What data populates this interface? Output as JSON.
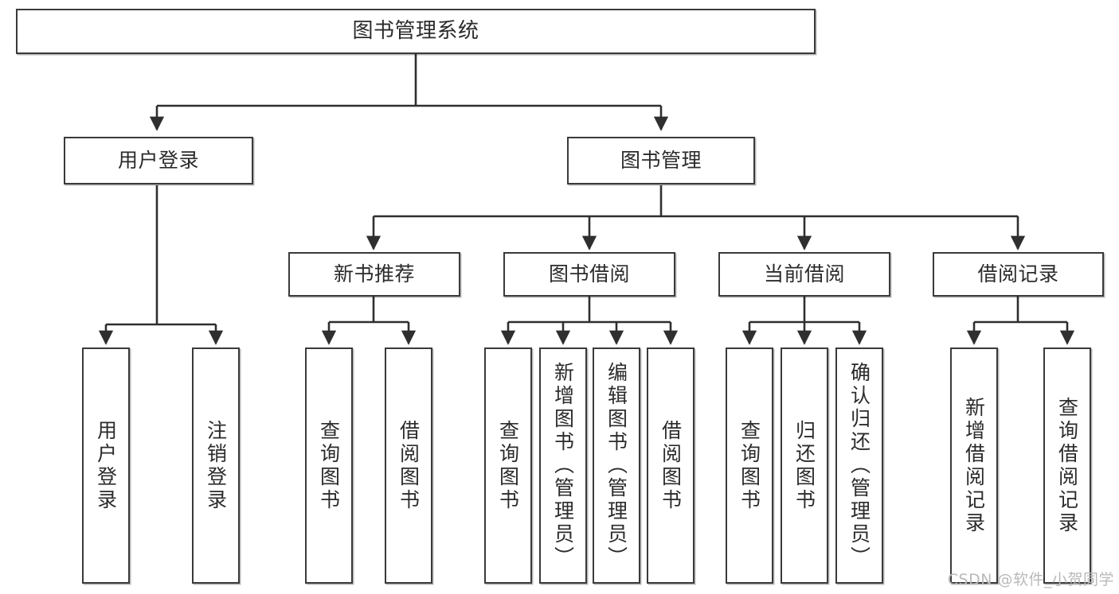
{
  "diagram": {
    "type": "tree-hierarchy",
    "title": "图书管理系统",
    "watermark": "CSDN @软件_小贺同学",
    "colors": {
      "box_border": "#3a3a3a",
      "box_fill": "#ffffff",
      "connector": "#2f2f2f",
      "text": "#2b2b2b",
      "watermark": "#b9b9b9"
    },
    "levels": {
      "level1": [
        {
          "id": "root",
          "label": "图书管理系统"
        }
      ],
      "level2": [
        {
          "id": "user-login",
          "label": "用户登录"
        },
        {
          "id": "book-manage",
          "label": "图书管理"
        }
      ],
      "level3": [
        {
          "id": "new-book-rec",
          "label": "新书推荐"
        },
        {
          "id": "book-borrow",
          "label": "图书借阅"
        },
        {
          "id": "current-borrow",
          "label": "当前借阅"
        },
        {
          "id": "borrow-record",
          "label": "借阅记录"
        }
      ],
      "level4": [
        {
          "id": "leaf-user-login",
          "label": "用户登录",
          "parent": "user-login"
        },
        {
          "id": "leaf-logout",
          "label": "注销登录",
          "parent": "user-login"
        },
        {
          "id": "leaf-query-book-1",
          "label": "查询图书",
          "parent": "new-book-rec"
        },
        {
          "id": "leaf-borrow-book-1",
          "label": "借阅图书",
          "parent": "new-book-rec"
        },
        {
          "id": "leaf-query-book-2",
          "label": "查询图书",
          "parent": "book-borrow"
        },
        {
          "id": "leaf-add-book",
          "label": "新增图书（管理员）",
          "parent": "book-borrow"
        },
        {
          "id": "leaf-edit-book",
          "label": "编辑图书（管理员）",
          "parent": "book-borrow"
        },
        {
          "id": "leaf-borrow-book-2",
          "label": "借阅图书",
          "parent": "book-borrow"
        },
        {
          "id": "leaf-query-book-3",
          "label": "查询图书",
          "parent": "current-borrow"
        },
        {
          "id": "leaf-return-book",
          "label": "归还图书",
          "parent": "current-borrow"
        },
        {
          "id": "leaf-confirm-return",
          "label": "确认归还（管理员）",
          "parent": "current-borrow"
        },
        {
          "id": "leaf-add-record",
          "label": "新增借阅记录",
          "parent": "borrow-record"
        },
        {
          "id": "leaf-query-record",
          "label": "查询借阅记录",
          "parent": "borrow-record"
        }
      ]
    }
  }
}
